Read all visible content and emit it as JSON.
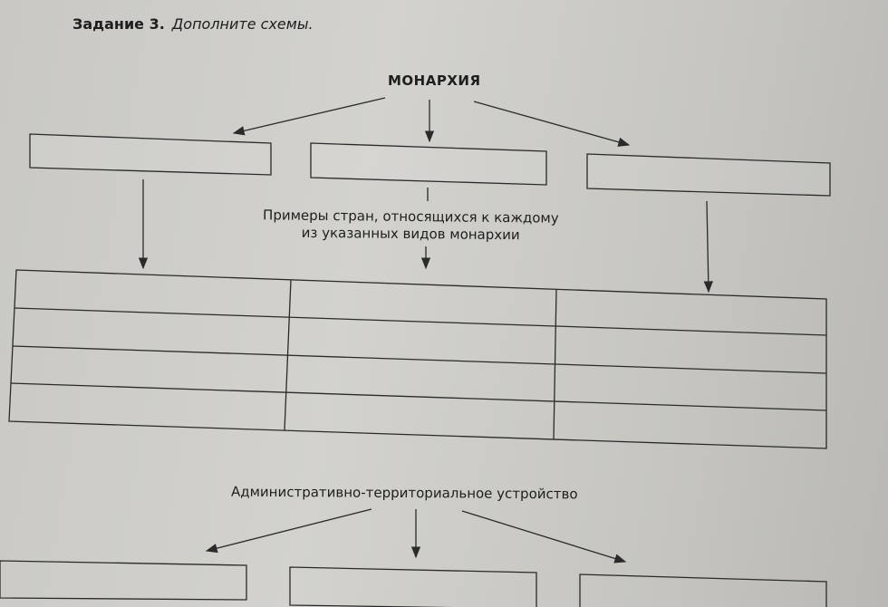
{
  "task": {
    "number": "Задание 3.",
    "instruction": "Дополните схемы."
  },
  "scheme1": {
    "root": "МОНАРХИЯ",
    "examples_caption_line1": "Примеры стран, относящихся к каждому",
    "examples_caption_line2": "из указанных видов монархии",
    "type_boxes": [
      "",
      "",
      ""
    ],
    "table_rows": 4,
    "table_columns": 3
  },
  "scheme2": {
    "root": "Административно-территориальное устройство",
    "boxes": [
      "",
      "",
      ""
    ]
  }
}
